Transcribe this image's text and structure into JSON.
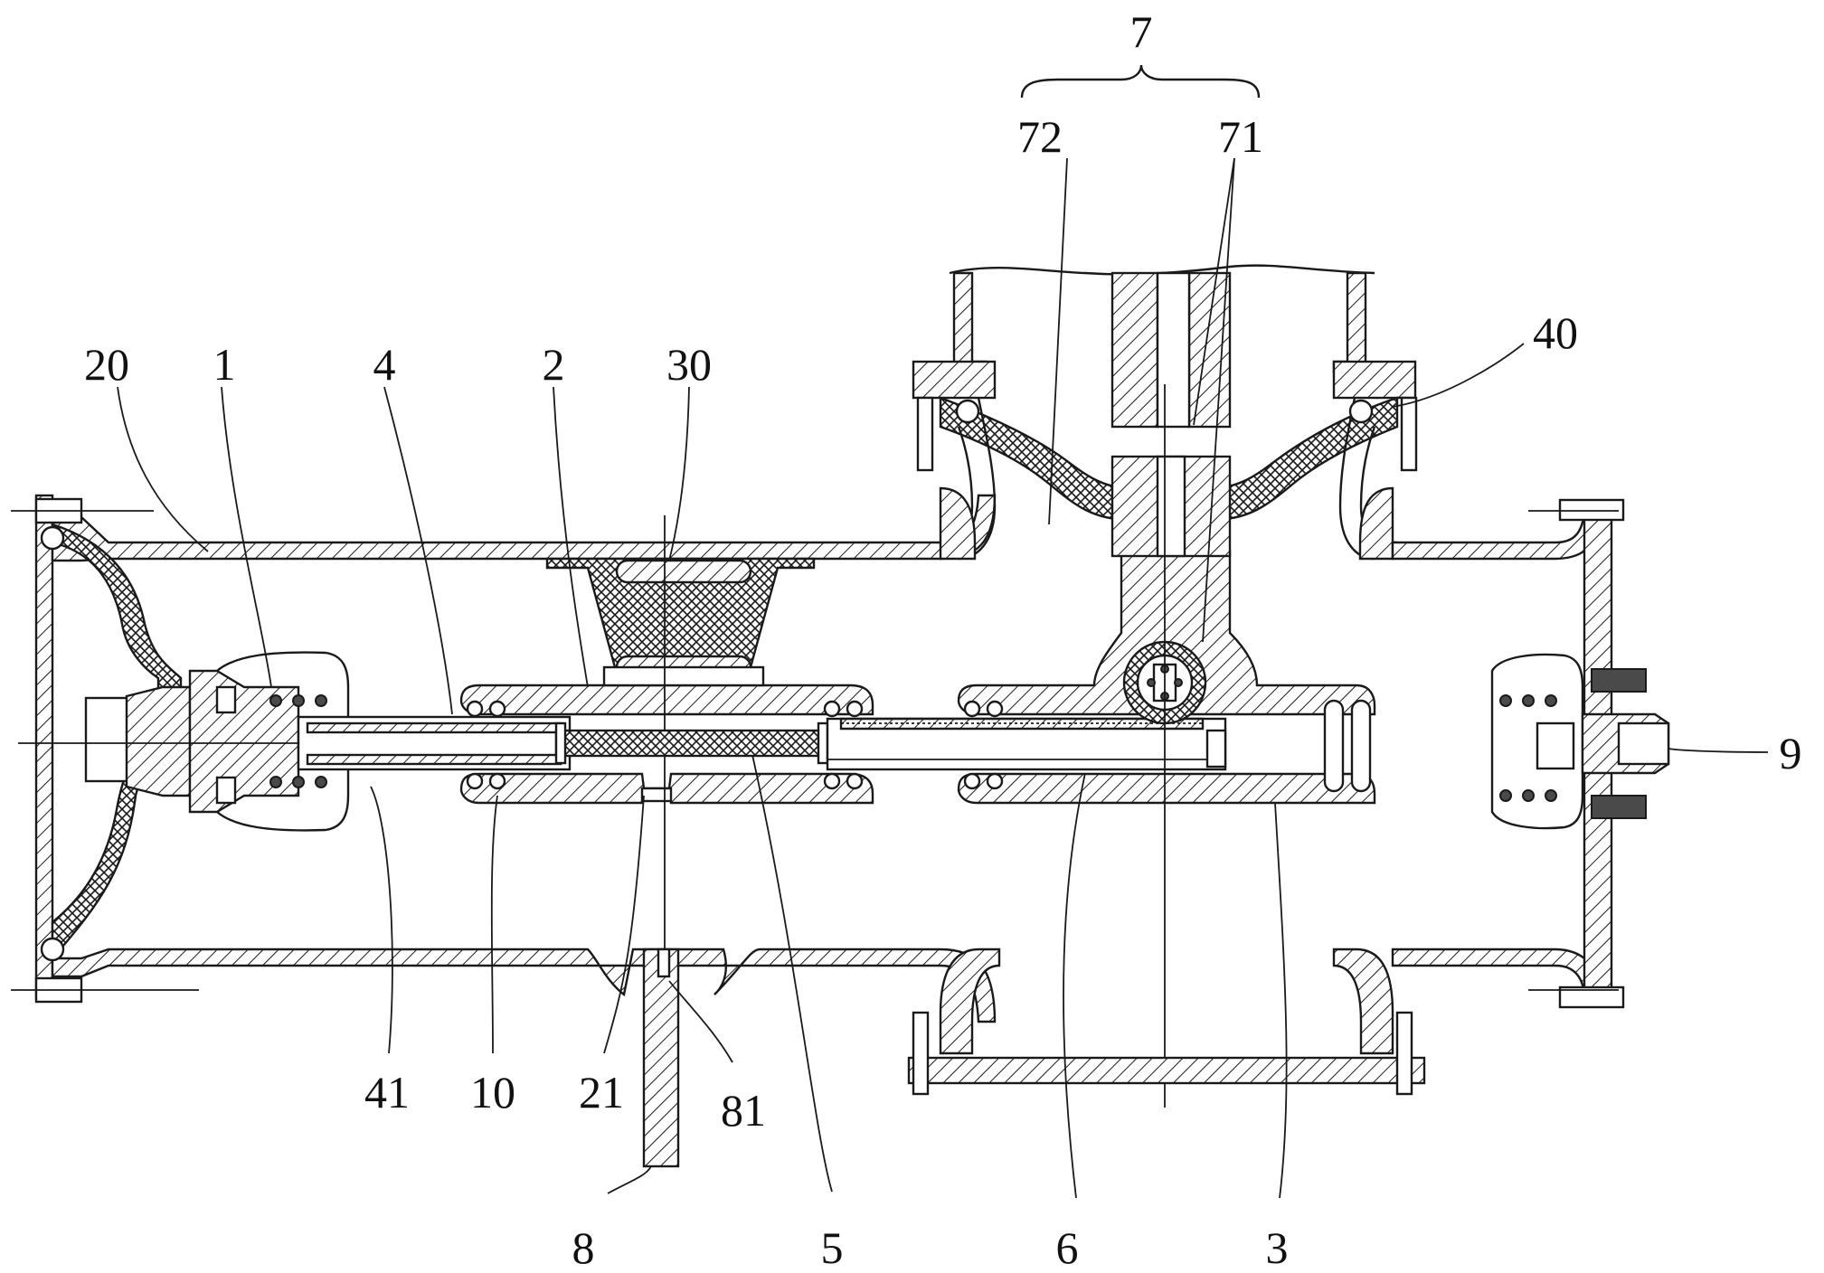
{
  "figure": {
    "labels": {
      "l7": "7",
      "l72": "72",
      "l71": "71",
      "l20": "20",
      "l1": "1",
      "l4": "4",
      "l2": "2",
      "l30": "30",
      "l40": "40",
      "l9": "9",
      "l41": "41",
      "l10": "10",
      "l21": "21",
      "l81": "81",
      "l8": "8",
      "l5": "5",
      "l6": "6",
      "l3": "3"
    }
  }
}
